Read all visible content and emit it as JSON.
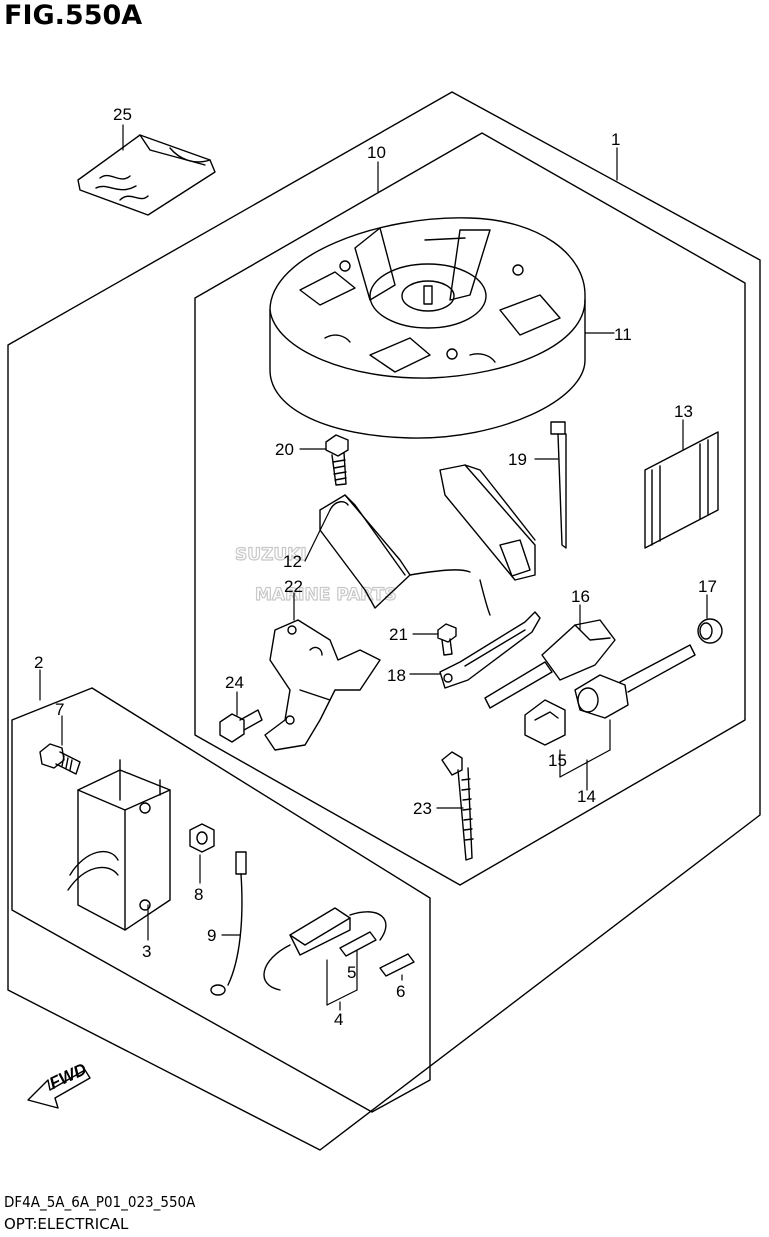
{
  "figure_title": "FIG.550A",
  "model_code": "DF4A_5A_6A_P01_023_550A",
  "description": "OPT:ELECTRICAL",
  "watermark": {
    "line1": "SUZUKI",
    "line2": "MARINE PARTS"
  },
  "fwd_label": "FWD",
  "callouts": {
    "c1": "1",
    "c2": "2",
    "c3": "3",
    "c4": "4",
    "c5": "5",
    "c6": "6",
    "c7": "7",
    "c8": "8",
    "c9": "9",
    "c10": "10",
    "c11": "11",
    "c12": "12",
    "c13": "13",
    "c14": "14",
    "c15": "15",
    "c16": "16",
    "c17": "17",
    "c18": "18",
    "c19": "19",
    "c20": "20",
    "c21": "21",
    "c22": "22",
    "c23": "23",
    "c24": "24",
    "c25": "25"
  }
}
